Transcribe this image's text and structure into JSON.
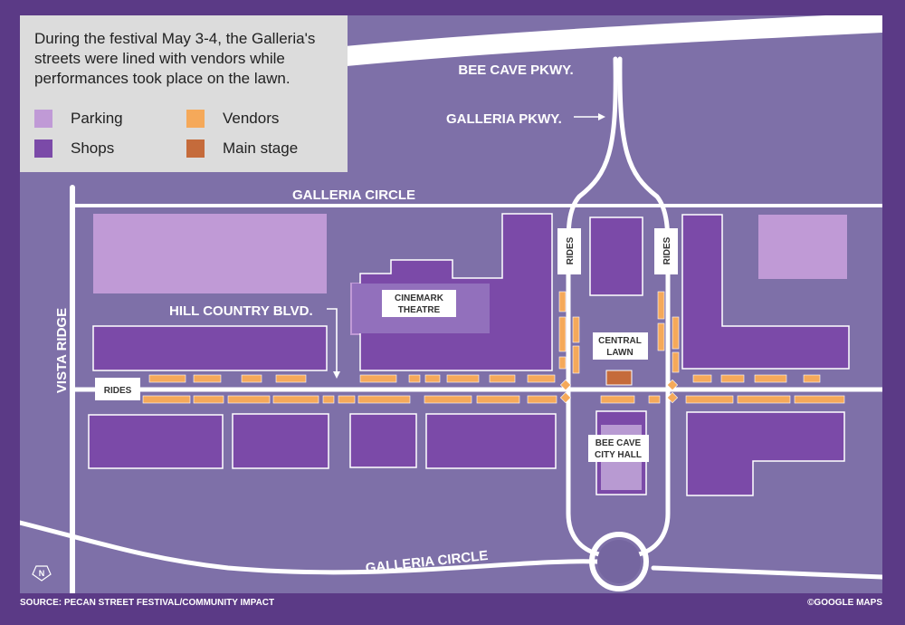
{
  "legend": {
    "description": "During the festival May 3-4, the Galleria's streets were lined with vendors while performances took place on the lawn.",
    "items": [
      {
        "label": "Parking",
        "color": "#c09ad6"
      },
      {
        "label": "Shops",
        "color": "#7b4aa8"
      },
      {
        "label": "Vendors",
        "color": "#f5a95a"
      },
      {
        "label": "Main stage",
        "color": "#c56b3b"
      }
    ]
  },
  "roads": {
    "bee_cave_pkwy": "BEE CAVE PKWY.",
    "galleria_pkwy": "GALLERIA PKWY.",
    "galleria_circle_top": "GALLERIA CIRCLE",
    "galleria_circle_bottom": "GALLERIA CIRCLE",
    "hill_country_blvd": "HILL COUNTRY BLVD.",
    "vista_ridge": "VISTA RIDGE"
  },
  "places": {
    "cinemark_line1": "CINEMARK",
    "cinemark_line2": "THEATRE",
    "central_lawn_line1": "CENTRAL",
    "central_lawn_line2": "LAWN",
    "city_hall_line1": "BEE CAVE",
    "city_hall_line2": "CITY HALL",
    "rides": "RIDES"
  },
  "north_label": "N",
  "footer": {
    "source": "SOURCE: PECAN STREET FESTIVAL/COMMUNITY IMPACT",
    "copyright": "©GOOGLE MAPS"
  },
  "colors": {
    "background": "#7e70a8",
    "frame": "#5b3a86",
    "road": "#ffffff"
  }
}
